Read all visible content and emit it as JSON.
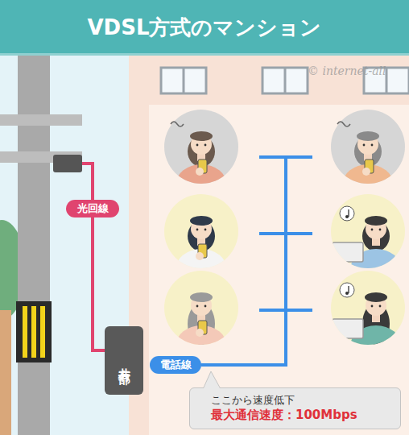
{
  "diagram": {
    "title": "VDSL方式のマンション",
    "nodes": [
      {
        "text": [
          "光回線"
        ]
      },
      {
        "text": [
          "共有部"
        ]
      },
      {
        "text": [
          "電話線"
        ]
      },
      {
        "text": [
          "ここから速度低下",
          "最大通信速度：100Mbps"
        ]
      }
    ],
    "edges": [
      {
        "from": 0,
        "to": 1,
        "arrow": "none"
      }
    ],
    "labels": [
      "© internet-all"
    ]
  }
}
